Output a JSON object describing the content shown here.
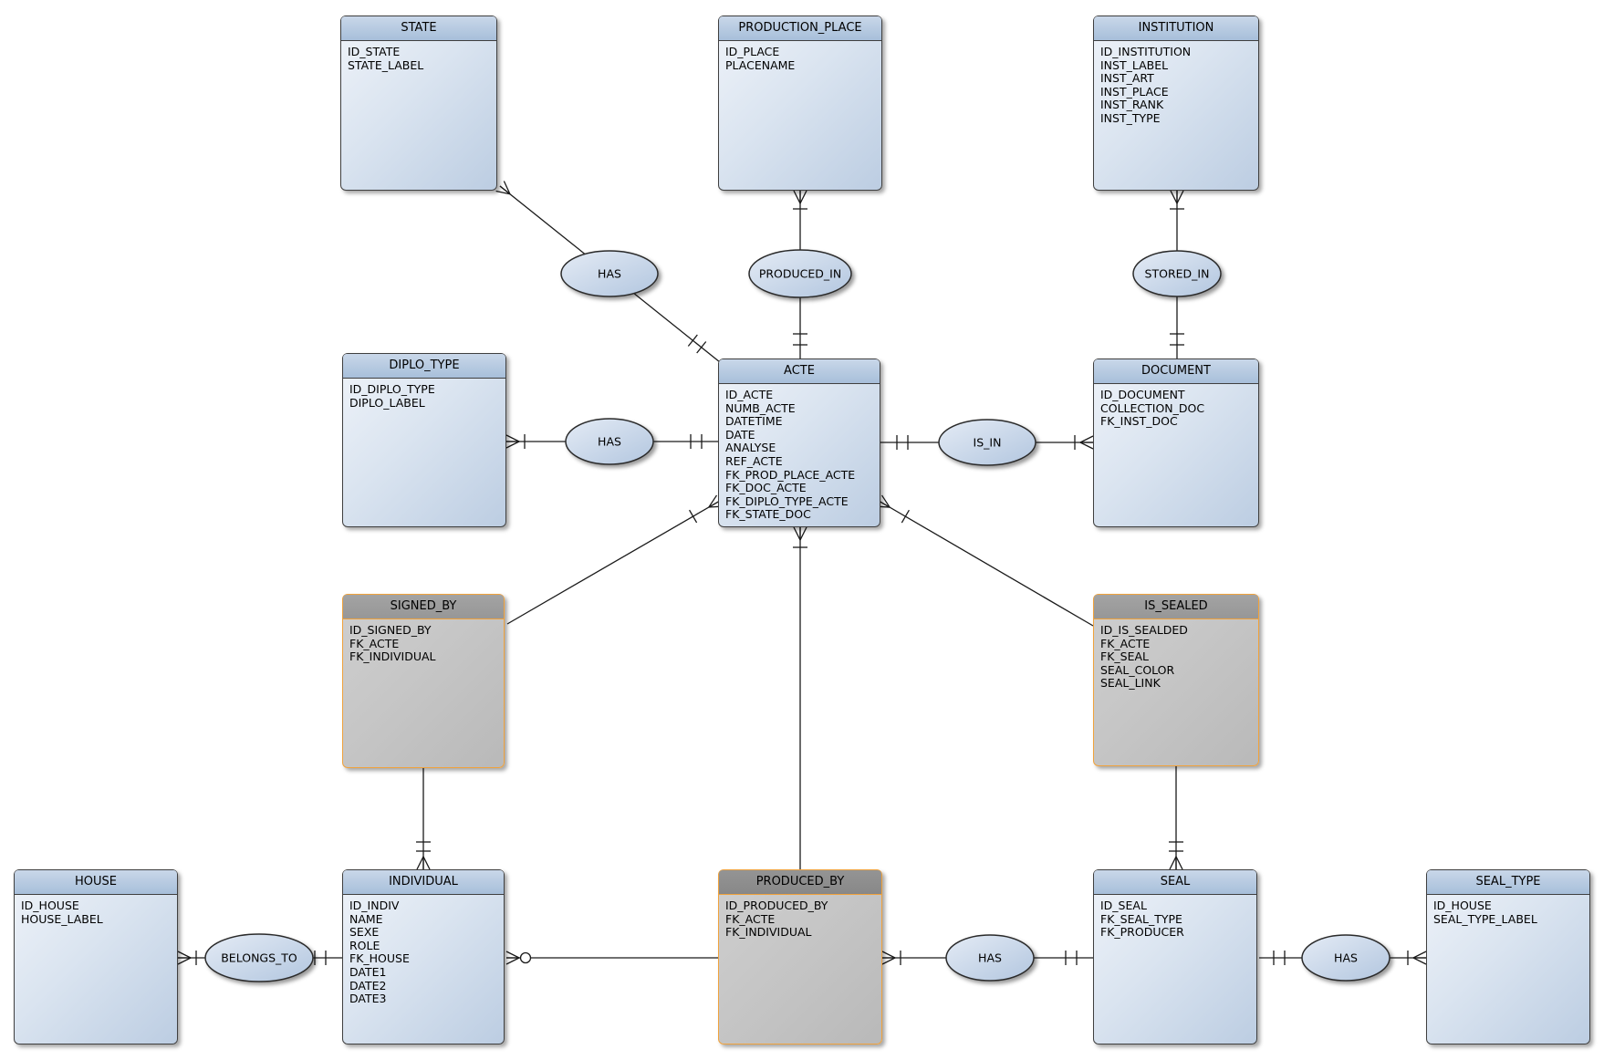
{
  "diagram": {
    "entities": [
      {
        "id": "state",
        "title": "STATE",
        "type": "entity",
        "attributes": [
          "ID_STATE",
          "STATE_LABEL"
        ]
      },
      {
        "id": "production_place",
        "title": "PRODUCTION_PLACE",
        "type": "entity",
        "attributes": [
          "ID_PLACE",
          "PLACENAME"
        ]
      },
      {
        "id": "institution",
        "title": "INSTITUTION",
        "type": "entity",
        "attributes": [
          "ID_INSTITUTION",
          "INST_LABEL",
          "INST_ART",
          "INST_PLACE",
          "INST_RANK",
          "INST_TYPE"
        ]
      },
      {
        "id": "diplo_type",
        "title": "DIPLO_TYPE",
        "type": "entity",
        "attributes": [
          "ID_DIPLO_TYPE",
          "DIPLO_LABEL"
        ]
      },
      {
        "id": "acte",
        "title": "ACTE",
        "type": "entity",
        "attributes": [
          "ID_ACTE",
          "NUMB_ACTE",
          "DATETIME",
          "DATE",
          "ANALYSE",
          "REF_ACTE",
          "FK_PROD_PLACE_ACTE",
          "FK_DOC_ACTE",
          "FK_DIPLO_TYPE_ACTE",
          "FK_STATE_DOC"
        ]
      },
      {
        "id": "document",
        "title": "DOCUMENT",
        "type": "entity",
        "attributes": [
          "ID_DOCUMENT",
          "COLLECTION_DOC",
          "FK_INST_DOC"
        ]
      },
      {
        "id": "signed_by",
        "title": "SIGNED_BY",
        "type": "associative-entity",
        "attributes": [
          "ID_SIGNED_BY",
          "FK_ACTE",
          "FK_INDIVIDUAL"
        ]
      },
      {
        "id": "is_sealed",
        "title": "IS_SEALED",
        "type": "associative-entity",
        "attributes": [
          "ID_IS_SEALDED",
          "FK_ACTE",
          "FK_SEAL",
          "SEAL_COLOR",
          "SEAL_LINK"
        ]
      },
      {
        "id": "house",
        "title": "HOUSE",
        "type": "entity",
        "attributes": [
          "ID_HOUSE",
          "HOUSE_LABEL"
        ]
      },
      {
        "id": "individual",
        "title": "INDIVIDUAL",
        "type": "entity",
        "attributes": [
          "ID_INDIV",
          "NAME",
          "SEXE",
          "ROLE",
          "FK_HOUSE",
          "DATE1",
          "DATE2",
          "DATE3"
        ]
      },
      {
        "id": "produced_by",
        "title": "PRODUCED_BY",
        "type": "associative-entity",
        "attributes": [
          "ID_PRODUCED_BY",
          "FK_ACTE",
          "FK_INDIVIDUAL"
        ]
      },
      {
        "id": "seal",
        "title": "SEAL",
        "type": "entity",
        "attributes": [
          "ID_SEAL",
          "FK_SEAL_TYPE",
          "FK_PRODUCER"
        ]
      },
      {
        "id": "seal_type",
        "title": "SEAL_TYPE",
        "type": "entity",
        "attributes": [
          "ID_HOUSE",
          "SEAL_TYPE_LABEL"
        ]
      }
    ],
    "relationships": [
      {
        "id": "has_state",
        "label": "HAS",
        "connects": [
          "STATE",
          "ACTE"
        ]
      },
      {
        "id": "produced_in",
        "label": "PRODUCED_IN",
        "connects": [
          "PRODUCTION_PLACE",
          "ACTE"
        ]
      },
      {
        "id": "stored_in",
        "label": "STORED_IN",
        "connects": [
          "INSTITUTION",
          "DOCUMENT"
        ]
      },
      {
        "id": "has_diplo",
        "label": "HAS",
        "connects": [
          "DIPLO_TYPE",
          "ACTE"
        ]
      },
      {
        "id": "is_in",
        "label": "IS_IN",
        "connects": [
          "ACTE",
          "DOCUMENT"
        ]
      },
      {
        "id": "belongs_to",
        "label": "BELONGS_TO",
        "connects": [
          "HOUSE",
          "INDIVIDUAL"
        ]
      },
      {
        "id": "has_seal",
        "label": "HAS",
        "connects": [
          "PRODUCED_BY",
          "SEAL"
        ]
      },
      {
        "id": "has_seal_type",
        "label": "HAS",
        "connects": [
          "SEAL",
          "SEAL_TYPE"
        ]
      }
    ],
    "connections": [
      {
        "from": "STATE",
        "to": "ACTE",
        "via": "HAS"
      },
      {
        "from": "PRODUCTION_PLACE",
        "to": "ACTE",
        "via": "PRODUCED_IN"
      },
      {
        "from": "INSTITUTION",
        "to": "DOCUMENT",
        "via": "STORED_IN"
      },
      {
        "from": "DIPLO_TYPE",
        "to": "ACTE",
        "via": "HAS"
      },
      {
        "from": "ACTE",
        "to": "DOCUMENT",
        "via": "IS_IN"
      },
      {
        "from": "ACTE",
        "to": "SIGNED_BY"
      },
      {
        "from": "ACTE",
        "to": "IS_SEALED"
      },
      {
        "from": "ACTE",
        "to": "PRODUCED_BY"
      },
      {
        "from": "SIGNED_BY",
        "to": "INDIVIDUAL"
      },
      {
        "from": "IS_SEALED",
        "to": "SEAL"
      },
      {
        "from": "HOUSE",
        "to": "INDIVIDUAL",
        "via": "BELONGS_TO"
      },
      {
        "from": "INDIVIDUAL",
        "to": "PRODUCED_BY"
      },
      {
        "from": "PRODUCED_BY",
        "to": "SEAL",
        "via": "HAS"
      },
      {
        "from": "SEAL",
        "to": "SEAL_TYPE",
        "via": "HAS"
      }
    ],
    "colors": {
      "entity_header": "#b0c4dd",
      "entity_body": "#d9e2ef",
      "entity_border": "#3f3f3f",
      "associative_header": "#9a9a9a",
      "associative_body": "#c3c3c3",
      "associative_border": "#f0a23c",
      "line": "#1a1a1a"
    },
    "notation": "crow's foot"
  }
}
